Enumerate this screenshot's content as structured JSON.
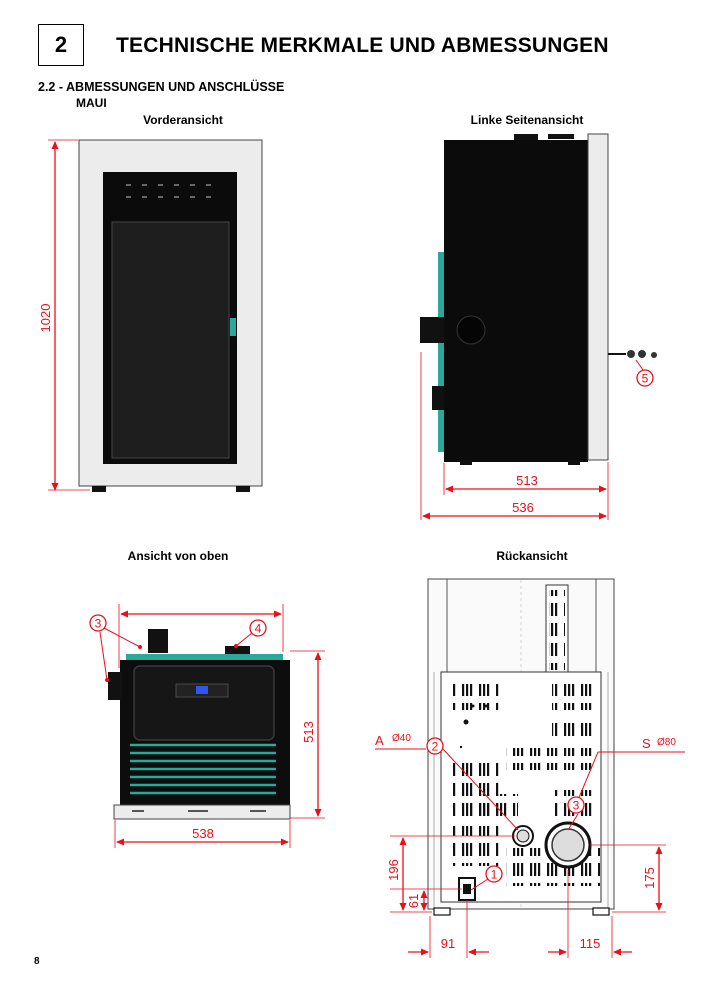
{
  "header": {
    "chapter_number": "2",
    "title": "TECHNISCHE MERKMALE UND ABMESSUNGEN"
  },
  "section": {
    "title": "2.2 - ABMESSUNGEN UND ANSCHLÜSSE",
    "model": "MAUI"
  },
  "views": {
    "front": {
      "title": "Vorderansicht",
      "height_dim": "1020"
    },
    "left_side": {
      "title": "Linke Seitenansicht",
      "depth_dim_inner": "513",
      "depth_dim_outer": "536",
      "callout_5": "5"
    },
    "top": {
      "title": "Ansicht von oben",
      "width_dim": "538",
      "depth_dim": "513",
      "callout_3": "3",
      "callout_4": "4"
    },
    "rear": {
      "title": "Rückansicht",
      "connection_a_label": "A",
      "connection_a_diameter": "Ø40",
      "connection_s_label": "S",
      "connection_s_diameter": "Ø80",
      "callout_1": "1",
      "callout_2": "2",
      "callout_3": "3",
      "dim_196": "196",
      "dim_61": "61",
      "dim_91": "91",
      "dim_115": "115",
      "dim_175": "175"
    }
  },
  "colors": {
    "dimension_red": "#e8101b",
    "teal": "#2aa89a",
    "stove_black": "#0b0b0b",
    "frame_grey": "#e9e9e9"
  },
  "footer": {
    "page_number": "8"
  }
}
